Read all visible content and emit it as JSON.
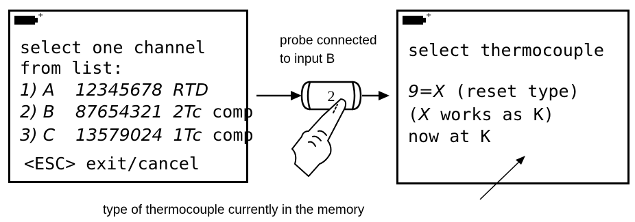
{
  "left_display": {
    "lines": [
      "select one channel",
      "from list:",
      "<ESC> exit/cancel"
    ],
    "channel_rows": [
      {
        "index": "1) A",
        "serial": "12345678",
        "type": "RTD",
        "suffix": ""
      },
      {
        "index": "2) B",
        "serial": "87654321",
        "type": "2Tc",
        "suffix": " comp"
      },
      {
        "index": "3) C",
        "serial": "13579024",
        "type": "1Tc",
        "suffix": " comp"
      }
    ]
  },
  "probe_caption": {
    "line1": "probe connected",
    "line2": "to input B"
  },
  "key": {
    "label": "2"
  },
  "right_display": {
    "title": "select thermocouple",
    "setting_prefix": "9=X",
    "setting_suffix": " (reset type)",
    "note_open": "(",
    "note_x": "X",
    "note_rest": " works as K)",
    "status": "now at K"
  },
  "bottom_caption": "type of thermocouple currently in the memory",
  "icons": {
    "battery": "battery-icon",
    "hand": "pointing-hand-icon",
    "arrow": "right-arrow-icon"
  }
}
